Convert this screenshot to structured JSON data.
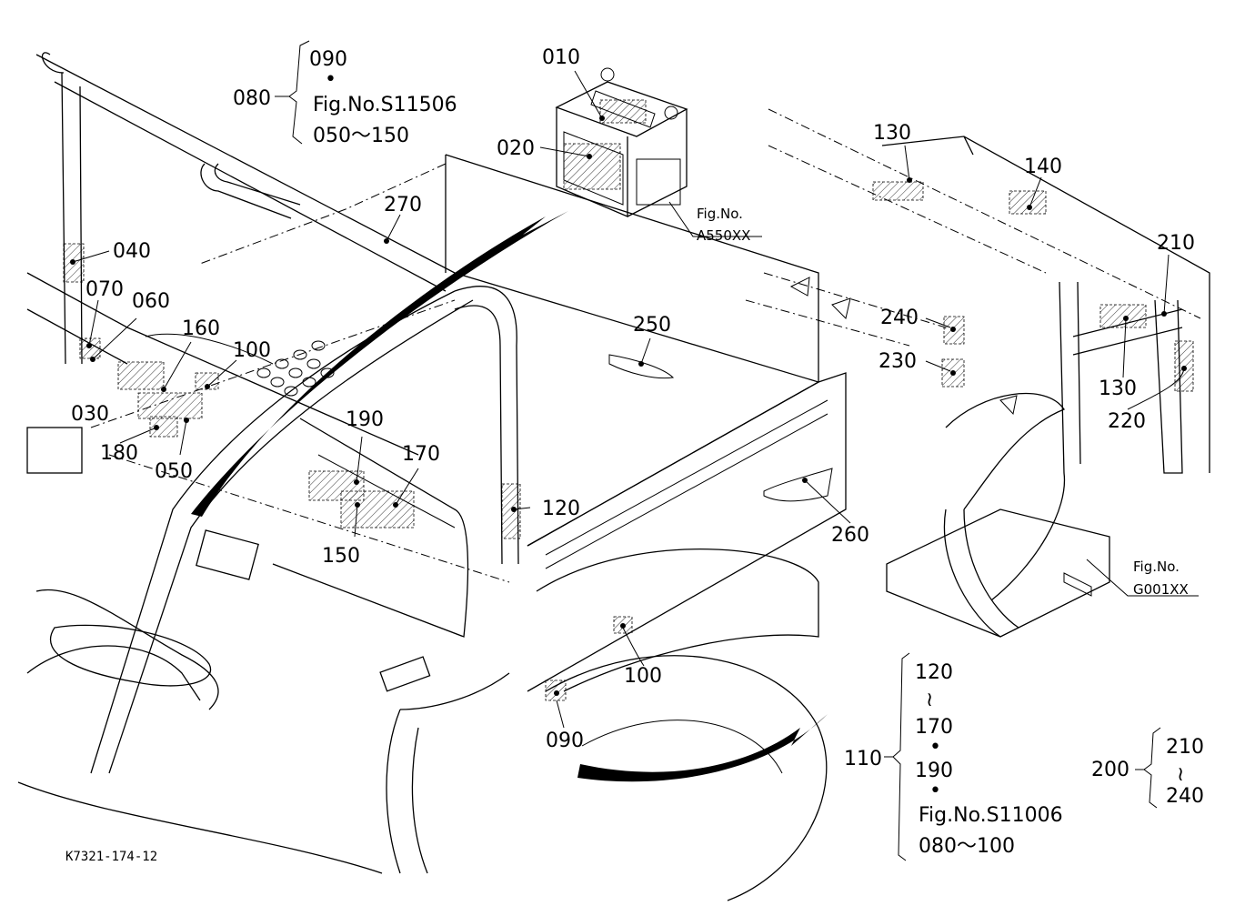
{
  "drawing_code": "K7321-174-12",
  "callouts": {
    "c010": "010",
    "c020": "020",
    "c030": "030",
    "c040": "040",
    "c050": "050",
    "c060": "060",
    "c070": "070",
    "c080": "080",
    "c090_top": "090",
    "c090_low": "090",
    "c100_a": "100",
    "c100_b": "100",
    "c110": "110",
    "c120": "120",
    "c130_a": "130",
    "c130_b": "130",
    "c140": "140",
    "c150": "150",
    "c160": "160",
    "c170": "170",
    "c180": "180",
    "c190": "190",
    "c200": "200",
    "c210": "210",
    "c220": "220",
    "c230": "230",
    "c240": "240",
    "c250": "250",
    "c260": "260",
    "c270": "270"
  },
  "group_080": {
    "line1": "090",
    "line2": "Fig.No.S11506",
    "line3": "050～150"
  },
  "group_110": {
    "line1": "120",
    "line2": "170",
    "line3": "190",
    "line4": "Fig.No.S11006",
    "line5": "080～100"
  },
  "group_200": {
    "line1": "210",
    "line2": "240"
  },
  "refs": {
    "battery_ref": {
      "label": "Fig.No.",
      "code": "A550XX"
    },
    "hitch_ref": {
      "label": "Fig.No.",
      "code": "G001XX"
    }
  }
}
